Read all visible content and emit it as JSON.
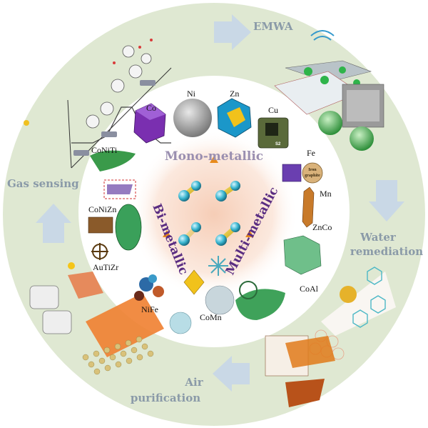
{
  "applications": {
    "emwa": "EMWA",
    "water_line1": "Water",
    "water_line2": "remediation",
    "air_line1": "Air",
    "air_line2": "purification",
    "gas": "Gas sensing"
  },
  "classes": {
    "mono": "Mono-metallic",
    "bi": "Bi-metallic",
    "multi": "Multi-metallic"
  },
  "metals": {
    "co": "Co",
    "ni": "Ni",
    "zn": "Zn",
    "cu": "Cu",
    "fe": "Fe",
    "mn": "Mn",
    "znco": "ZnCo",
    "coal": "CoAl",
    "comn": "CoMn",
    "nife": "NiFe",
    "auTiZr": "AuTiZr",
    "coNiZn": "CoNiZn",
    "coNiTi": "CoNiTi"
  },
  "colors": {
    "outer_ring": "#dfe8d2",
    "inner_disc": "#ffffff",
    "center_glow": "#f6cdb6",
    "arrow": "#c9d8e6",
    "mono_text": "#9a8fb0",
    "bi_text": "#5a2d82",
    "multi_text": "#5a2d82",
    "app_text": "#8a9aa8"
  },
  "icons": {
    "arrows": "flow-arrow-icon",
    "framework": "mof-cube-icon"
  },
  "inset_text": {
    "graphite_line1": "Iron",
    "graphite_line2": "graphite",
    "s2": "S2"
  }
}
